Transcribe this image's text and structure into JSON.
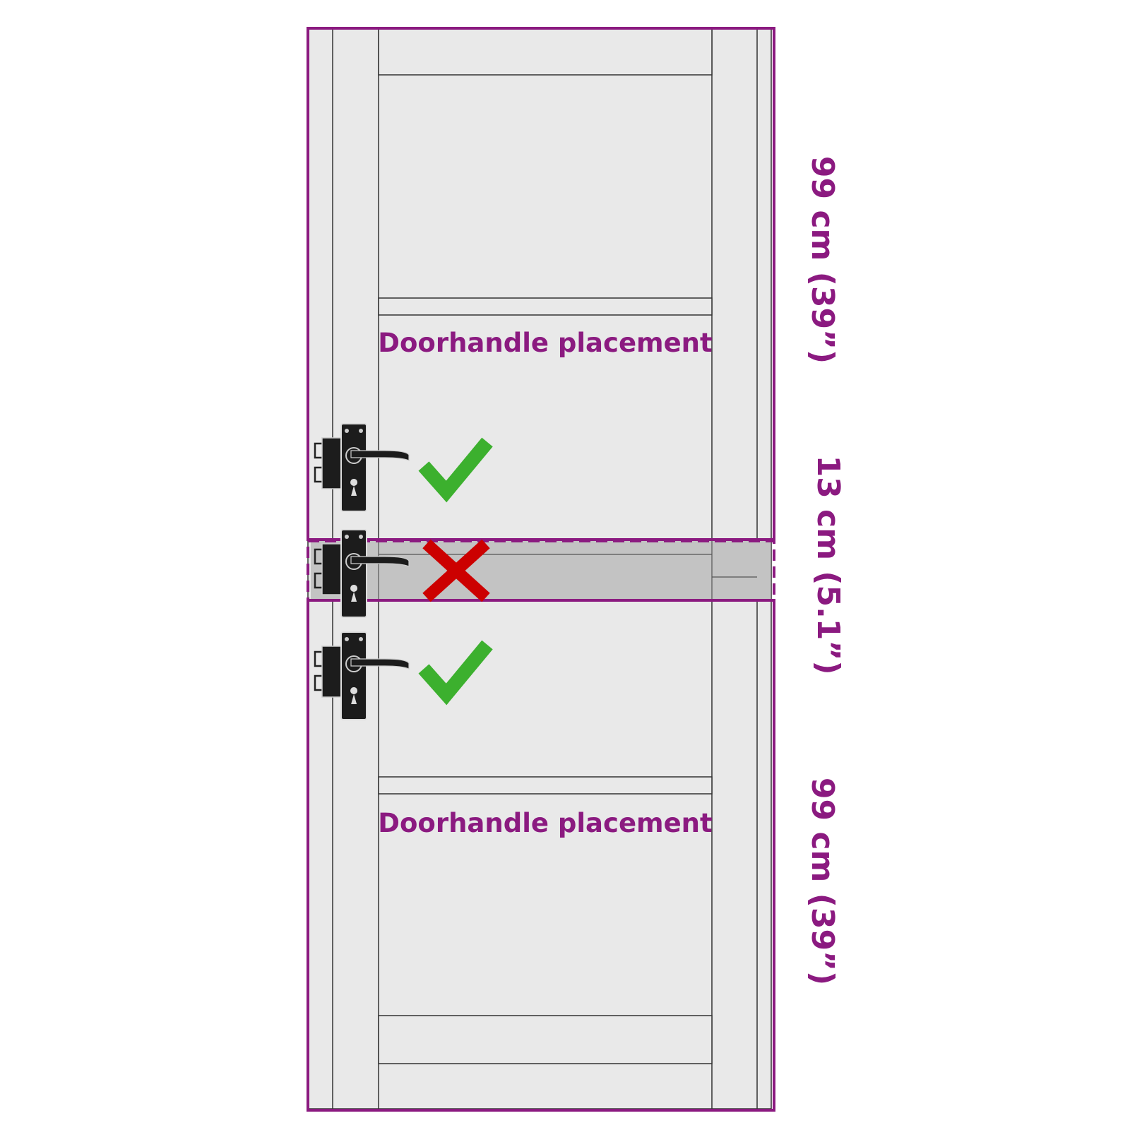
{
  "zones": {
    "top_label": "Doorhandle placement",
    "bottom_label": "Doorhandle placement"
  },
  "dimensions": {
    "top": "99 cm (39”)",
    "middle": "13 cm (5.1”)",
    "bottom": "99 cm (39”)"
  },
  "colors": {
    "zone_outline": "#8b1a80",
    "door_fill": "#e9e9e9",
    "forbidden_band": "#c3c3c3",
    "check": "#3cb02e",
    "cross": "#cc0000",
    "handle": "#1c1c1c"
  },
  "markers": [
    {
      "icon": "check-icon",
      "status": "allowed"
    },
    {
      "icon": "cross-icon",
      "status": "not-allowed"
    },
    {
      "icon": "check-icon",
      "status": "allowed"
    }
  ]
}
